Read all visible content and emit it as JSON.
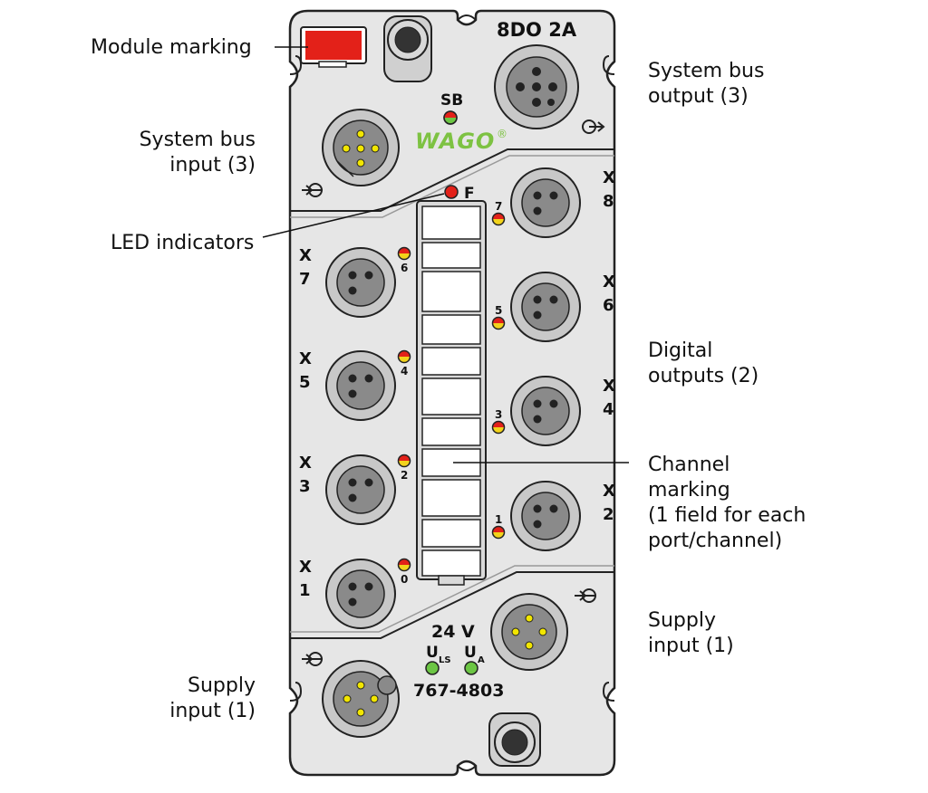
{
  "device": {
    "type_name": "8DO 2A",
    "sb_label": "SB",
    "brand": "WAGO",
    "brand_mark": "®",
    "fault_label": "F",
    "voltage_label": "24 V",
    "uls_main": "U",
    "uls_sub": "LS",
    "ua_main": "U",
    "ua_sub": "A",
    "order_number": "767-4803"
  },
  "ports": {
    "left": [
      {
        "letter": "X",
        "digit": "7",
        "led_number": "6"
      },
      {
        "letter": "X",
        "digit": "5",
        "led_number": "4"
      },
      {
        "letter": "X",
        "digit": "3",
        "led_number": "2"
      },
      {
        "letter": "X",
        "digit": "1",
        "led_number": "0"
      }
    ],
    "right": [
      {
        "letter": "X",
        "digit": "8",
        "led_number": "7"
      },
      {
        "letter": "X",
        "digit": "6",
        "led_number": "5"
      },
      {
        "letter": "X",
        "digit": "4",
        "led_number": "3"
      },
      {
        "letter": "X",
        "digit": "2",
        "led_number": "1"
      }
    ]
  },
  "callouts": {
    "module_marking": [
      "Module marking"
    ],
    "system_bus_input": [
      "System bus",
      "input (3)"
    ],
    "led_indicators": [
      "LED indicators"
    ],
    "supply_input_left": [
      "Supply",
      "input (1)"
    ],
    "system_bus_output": [
      "System bus",
      "output (3)"
    ],
    "digital_outputs": [
      "Digital",
      "outputs (2)"
    ],
    "channel_marking": [
      "Channel",
      "marking",
      "(1 field for each",
      "port/channel)"
    ],
    "supply_input_right": [
      "Supply",
      "input (1)"
    ]
  },
  "colors": {
    "housing": "#e6e6e6",
    "outline": "#222222",
    "module_marking": "#e32119",
    "wago_green": "#7dc242",
    "led_red": "#e32119",
    "led_yellow": "#f2d31b",
    "led_green": "#6cc644",
    "pin_yellow": "#f2e600",
    "connector_ring": "#c8c8c8",
    "connector_face": "#8a8a8a"
  }
}
